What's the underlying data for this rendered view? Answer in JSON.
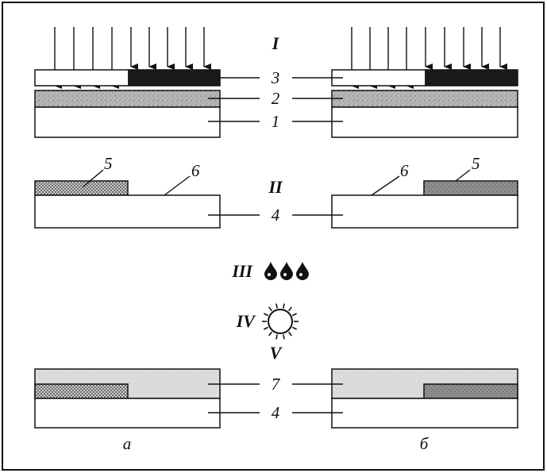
{
  "stages": {
    "s1": "I",
    "s2": "II",
    "s3": "III",
    "s4": "IV",
    "s5": "V"
  },
  "labels": {
    "n1": "1",
    "n2": "2",
    "n3": "3",
    "n4": "4",
    "n5": "5",
    "n6": "6",
    "n7": "7"
  },
  "captions": {
    "left": "а",
    "right": "б"
  },
  "icons": {
    "drops": "droplet-icon",
    "sun": "sun-icon"
  },
  "colors": {
    "ink": "#111111",
    "photoresist_gray": "#b4b4b4",
    "mask_black": "#1a1a1a",
    "coating_gray": "#d9d9d9"
  }
}
